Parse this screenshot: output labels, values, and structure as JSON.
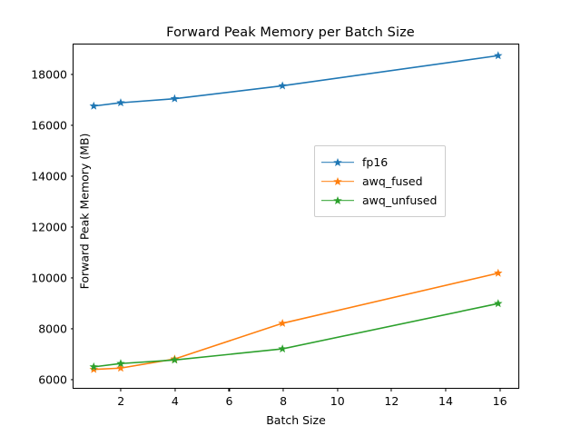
{
  "chart_data": {
    "type": "line",
    "title": "Forward Peak Memory per Batch Size",
    "xlabel": "Batch Size",
    "ylabel": "Forward Peak Memory (MB)",
    "x": [
      1,
      2,
      4,
      8,
      16
    ],
    "xlim": [
      0.25,
      16.75
    ],
    "ylim": [
      5620,
      19180
    ],
    "xticks": [
      2,
      4,
      6,
      8,
      10,
      12,
      14,
      16
    ],
    "xtick_labels": [
      "2",
      "4",
      "6",
      "8",
      "10",
      "12",
      "14",
      "16"
    ],
    "yticks": [
      6000,
      8000,
      10000,
      12000,
      14000,
      16000,
      18000
    ],
    "ytick_labels": [
      "6000",
      "8000",
      "10000",
      "12000",
      "14000",
      "16000",
      "18000"
    ],
    "grid": false,
    "legend_position": "center right",
    "marker": "star",
    "series": [
      {
        "name": "fp16",
        "color": "#1f77b4",
        "values": [
          16750,
          16880,
          17040,
          17550,
          18740
        ]
      },
      {
        "name": "awq_fused",
        "color": "#ff7f0e",
        "values": [
          6350,
          6400,
          6760,
          8170,
          10150
        ]
      },
      {
        "name": "awq_unfused",
        "color": "#2ca02c",
        "values": [
          6450,
          6580,
          6720,
          7160,
          8950
        ]
      }
    ]
  },
  "legend": {
    "entries": [
      {
        "label": "fp16",
        "color": "#1f77b4"
      },
      {
        "label": "awq_fused",
        "color": "#ff7f0e"
      },
      {
        "label": "awq_unfused",
        "color": "#2ca02c"
      }
    ]
  }
}
